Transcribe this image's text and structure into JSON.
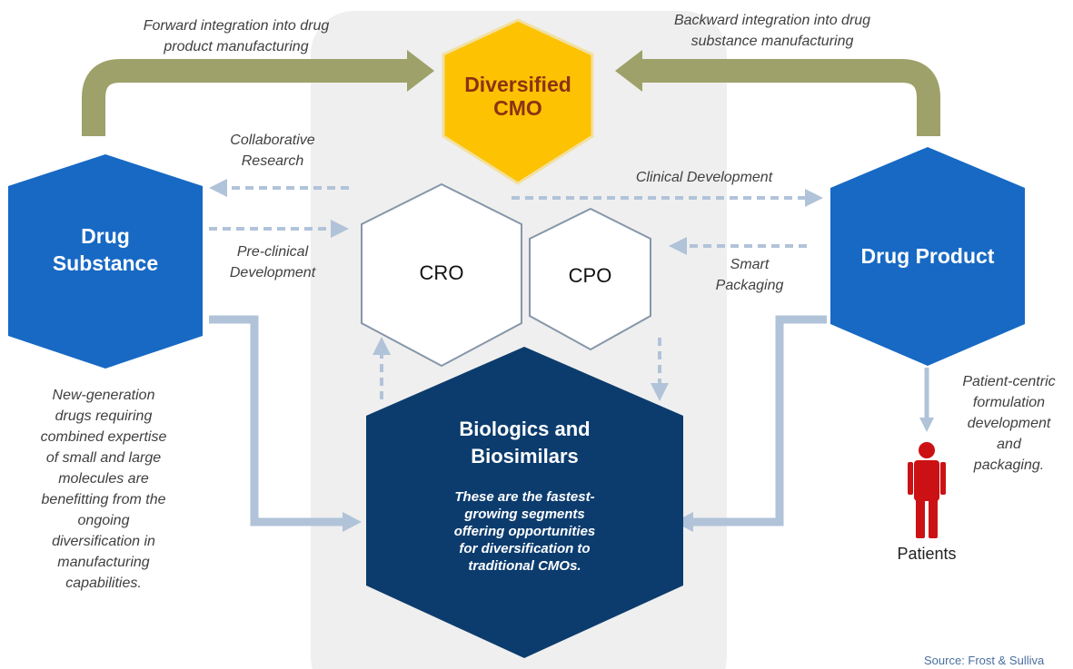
{
  "colors": {
    "center_panel": "#efefef",
    "dark_blue": "#0c3c6e",
    "mid_blue": "#1769c4",
    "gold": "#fdc202",
    "olive": "#9ea169",
    "arrow_light": "#b1c3d8",
    "patient_red": "#cc1114"
  },
  "nodes": {
    "cmo": "Diversified\nCMO",
    "drug_substance": "Drug\nSubstance",
    "drug_product": "Drug Product",
    "cro": "CRO",
    "cpo": "CPO",
    "biologics_title": "Biologics and\nBiosimilars",
    "biologics_desc": "These are the fastest-\ngrowing segments\noffering opportunities\nfor diversification to\ntraditional CMOs.",
    "patients": "Patients"
  },
  "labels": {
    "forward": "Forward integration into drug\nproduct manufacturing",
    "backward": "Backward integration into drug\nsubstance manufacturing",
    "collaborative": "Collaborative\nResearch",
    "preclinical": "Pre-clinical\nDevelopment",
    "clinical": "Clinical Development",
    "smart": "Smart\nPackaging",
    "newgen": "New-generation\ndrugs requiring\ncombined expertise\nof small and large\nmolecules are\nbenefitting from the\nongoing\ndiversification in\nmanufacturing\ncapabilities.",
    "patient_centric": "Patient-centric\nformulation\ndevelopment\nand\npackaging."
  },
  "source": "Source: Frost & Sulliva"
}
